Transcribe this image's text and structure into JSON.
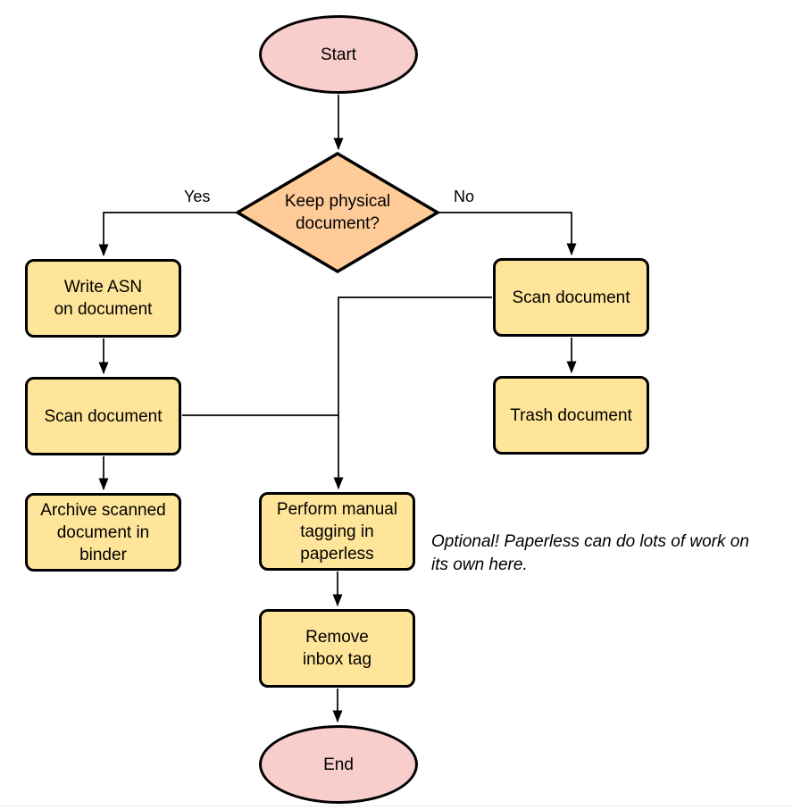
{
  "nodes": {
    "start": {
      "label": "Start",
      "type": "terminator"
    },
    "decision": {
      "label": "Keep physical\ndocument?",
      "type": "decision"
    },
    "write_asn": {
      "label": "Write ASN\non document",
      "type": "process"
    },
    "scan_left": {
      "label": "Scan document",
      "type": "process"
    },
    "archive": {
      "label": "Archive scanned\ndocument in\nbinder",
      "type": "process"
    },
    "scan_right": {
      "label": "Scan document",
      "type": "process"
    },
    "trash": {
      "label": "Trash document",
      "type": "process"
    },
    "tagging": {
      "label": "Perform manual\ntagging in\npaperless",
      "type": "process"
    },
    "remove_inbox": {
      "label": "Remove\ninbox tag",
      "type": "process"
    },
    "end": {
      "label": "End",
      "type": "terminator"
    }
  },
  "edge_labels": {
    "yes": "Yes",
    "no": "No"
  },
  "annotation": "Optional! Paperless can do lots of work on\nits own here.",
  "colors": {
    "terminator_fill": "#f8cecc",
    "decision_fill": "#ffcc99",
    "process_fill": "#ffe599",
    "stroke": "#000000"
  }
}
